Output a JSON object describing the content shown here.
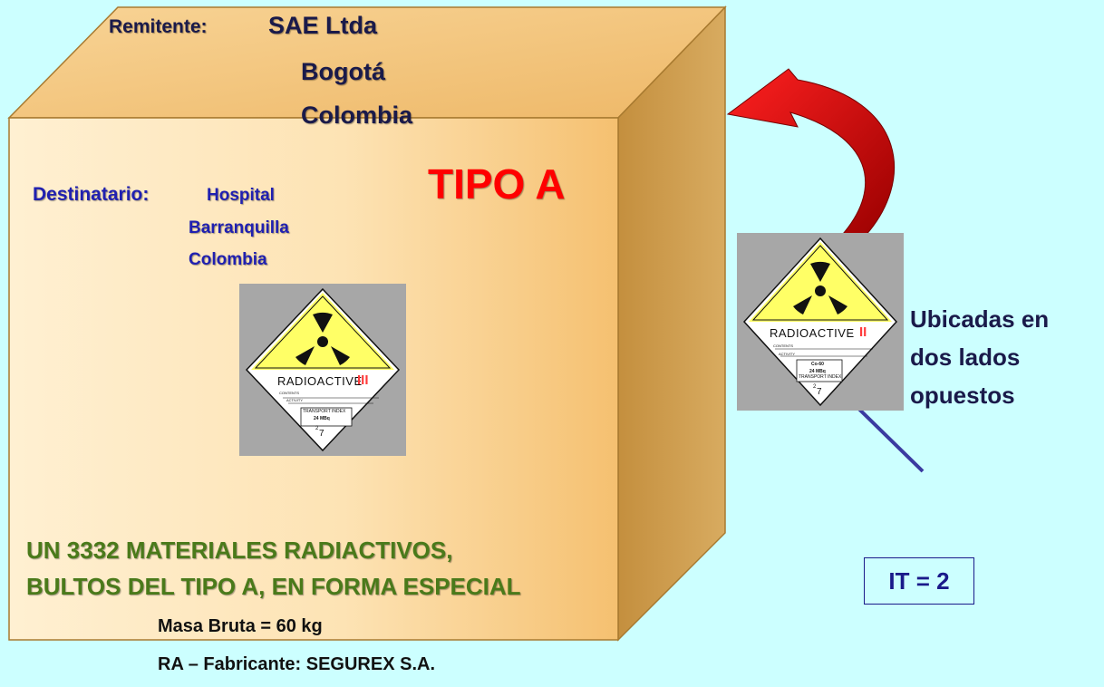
{
  "package": {
    "sender_label": "Remitente:",
    "sender_name": "SAE Ltda",
    "sender_city": "Bogotá",
    "sender_country": "Colombia",
    "recipient_label": "Destinatario:",
    "recipient_name": "Hospital",
    "recipient_city": "Barranquilla",
    "recipient_country": "Colombia",
    "package_type": "TIPO A",
    "un_line1": "UN 3332 MATERIALES RADIACTIVOS,",
    "un_line2": "BULTOS DEL TIPO A, EN FORMA ESPECIAL",
    "gross_mass": "Masa Bruta = 60 kg",
    "manufacturer": "RA – Fabricante:  SEGUREX S.A."
  },
  "labels": {
    "main_label": {
      "text": "RADIOACTIVE",
      "category": "III",
      "contents": "CONTENTS",
      "activity": "ACTIVITY",
      "activity_value": "24 MBq",
      "transport_index_label": "TRANSPORT INDEX",
      "class_number": "7",
      "ti_value": "2"
    },
    "side_label": {
      "text": "RADIOACTIVE",
      "category": "II",
      "contents": "CONTENTS",
      "activity": "ACTIVITY",
      "nuclide": "Co-60",
      "activity_value": "24 MBq",
      "transport_index_label": "TRANSPORT INDEX",
      "class_number": "7",
      "ti_value": "2"
    }
  },
  "annotations": {
    "placement_note_line1": "Ubicadas en",
    "placement_note_line2": "dos lados",
    "placement_note_line3": "opuestos",
    "transport_index": "IT = 2"
  },
  "colors": {
    "background": "#ccffff",
    "box_front": "#fde3b4",
    "box_top": "#f5c47a",
    "box_side": "#c89a4a",
    "label_yellow": "#ffff66",
    "category_red": "#ff3b3b",
    "arrow_red": "#dd0000",
    "arrow_blue": "#3a3aa0",
    "title_red": "#ff0000",
    "green_text": "#4a7a1a",
    "blue_text": "#2020b0"
  }
}
